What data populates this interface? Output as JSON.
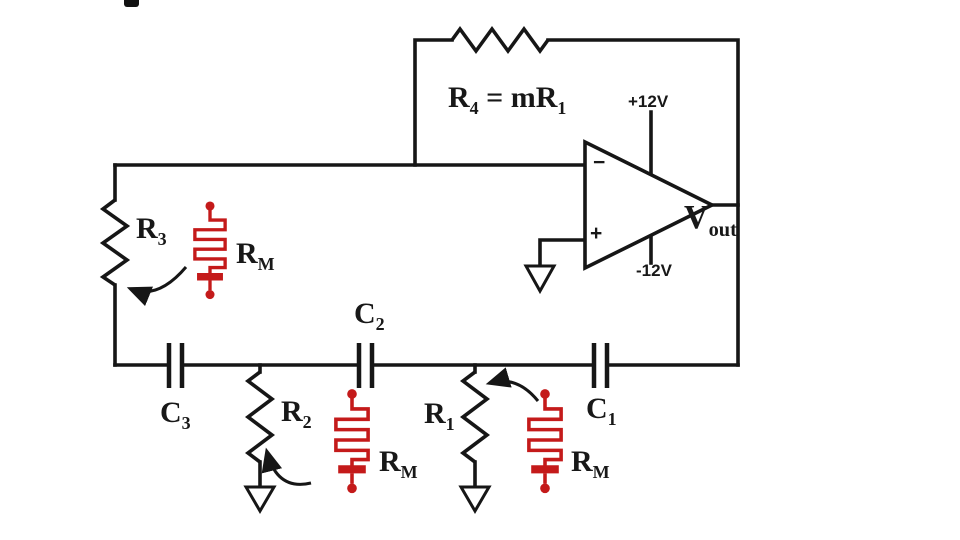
{
  "colors": {
    "background": "#ffffff",
    "wire": "#161616",
    "memristor": "#c41a1a",
    "label": "#181818"
  },
  "labels": {
    "r4": {
      "p1": "R",
      "s1": "4",
      "p2": " = mR",
      "s2": "1"
    },
    "vplus": "+12V",
    "vminus": "-12V",
    "vout": {
      "base": "V",
      "sub": "out"
    },
    "opamp_minus": "−",
    "opamp_plus": "+",
    "r3": {
      "base": "R",
      "sub": "3"
    },
    "r2": {
      "base": "R",
      "sub": "2"
    },
    "r1": {
      "base": "R",
      "sub": "1"
    },
    "c1": {
      "base": "C",
      "sub": "1"
    },
    "c2": {
      "base": "C",
      "sub": "2"
    },
    "c3": {
      "base": "C",
      "sub": "3"
    },
    "rm1": {
      "base": "R",
      "sub": "M"
    },
    "rm2": {
      "base": "R",
      "sub": "M"
    },
    "rm3": {
      "base": "R",
      "sub": "M"
    }
  }
}
